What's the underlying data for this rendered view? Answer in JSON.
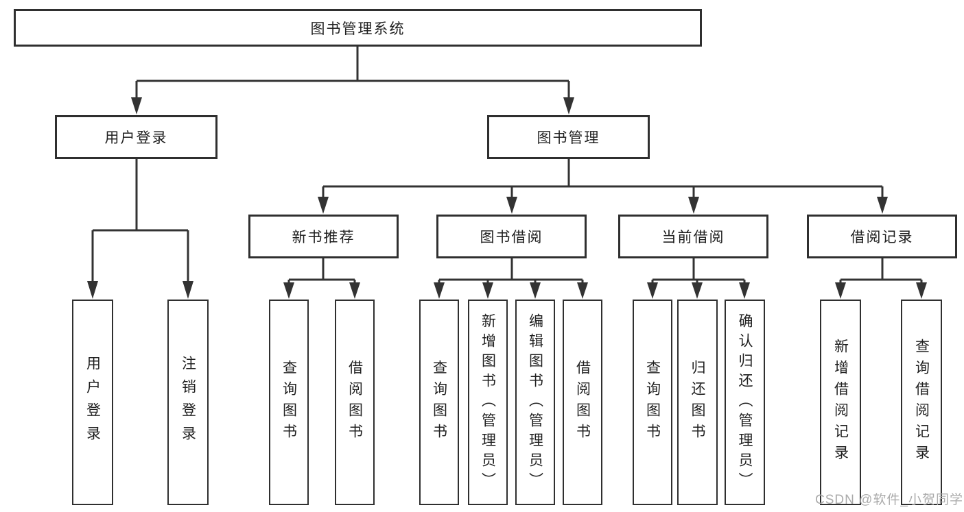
{
  "diagram": {
    "root": {
      "label": "图书管理系统"
    },
    "branches": [
      {
        "label": "用户登录",
        "children": [
          {
            "label": "用户登录"
          },
          {
            "label": "注销登录"
          }
        ]
      },
      {
        "label": "图书管理",
        "sections": [
          {
            "label": "新书推荐",
            "children": [
              {
                "label": "查询图书"
              },
              {
                "label": "借阅图书"
              }
            ]
          },
          {
            "label": "图书借阅",
            "children": [
              {
                "label": "查询图书"
              },
              {
                "label": "新增图书（管理员）"
              },
              {
                "label": "编辑图书（管理员）"
              },
              {
                "label": "借阅图书"
              }
            ]
          },
          {
            "label": "当前借阅",
            "children": [
              {
                "label": "查询图书"
              },
              {
                "label": "归还图书"
              },
              {
                "label": "确认归还（管理员）"
              }
            ]
          },
          {
            "label": "借阅记录",
            "children": [
              {
                "label": "新增借阅记录"
              },
              {
                "label": "查询借阅记录"
              }
            ]
          }
        ]
      }
    ]
  },
  "watermark": {
    "text": "CSDN @软件_小贺同学"
  },
  "colors": {
    "line": "#333333",
    "box_border": "#2f2f2f",
    "text": "#1f1f1f",
    "watermark_text": "#ababab",
    "background": "#ffffff"
  }
}
